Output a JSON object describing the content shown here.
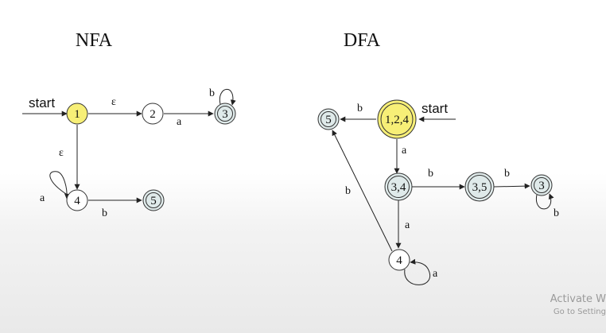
{
  "nfa": {
    "title": "NFA",
    "start_label": "start",
    "states": [
      {
        "id": "1",
        "accepting": false,
        "start": true
      },
      {
        "id": "2",
        "accepting": false
      },
      {
        "id": "3",
        "accepting": true
      },
      {
        "id": "4",
        "accepting": false
      },
      {
        "id": "5",
        "accepting": true
      }
    ],
    "edges": [
      {
        "id": "1-2",
        "label": "ε"
      },
      {
        "id": "2-3",
        "label": "a"
      },
      {
        "id": "3-3",
        "label": "b"
      },
      {
        "id": "1-4",
        "label": "ε"
      },
      {
        "id": "4-4",
        "label": "a"
      },
      {
        "id": "4-5",
        "label": "b"
      }
    ]
  },
  "dfa": {
    "title": "DFA",
    "start_label": "start",
    "states": [
      {
        "id": "1,2,4",
        "accepting": true,
        "start": true
      },
      {
        "id": "5",
        "accepting": true
      },
      {
        "id": "3,4",
        "accepting": true
      },
      {
        "id": "3,5",
        "accepting": true
      },
      {
        "id": "3",
        "accepting": true
      },
      {
        "id": "4",
        "accepting": false
      }
    ],
    "edges": [
      {
        "id": "124-5",
        "label": "b"
      },
      {
        "id": "124-34",
        "label": "a"
      },
      {
        "id": "34-35",
        "label": "b"
      },
      {
        "id": "35-3",
        "label": "b"
      },
      {
        "id": "3-3",
        "label": "b"
      },
      {
        "id": "34-4",
        "label": "a"
      },
      {
        "id": "4-4",
        "label": "a"
      },
      {
        "id": "4-5",
        "label": "b"
      }
    ]
  },
  "colors": {
    "start_fill": "#f7ef77",
    "accept_fill": "#dfeaea",
    "normal_fill": "#ffffff"
  },
  "watermark": {
    "line1": "Activate W",
    "line2": "Go to Setting"
  }
}
